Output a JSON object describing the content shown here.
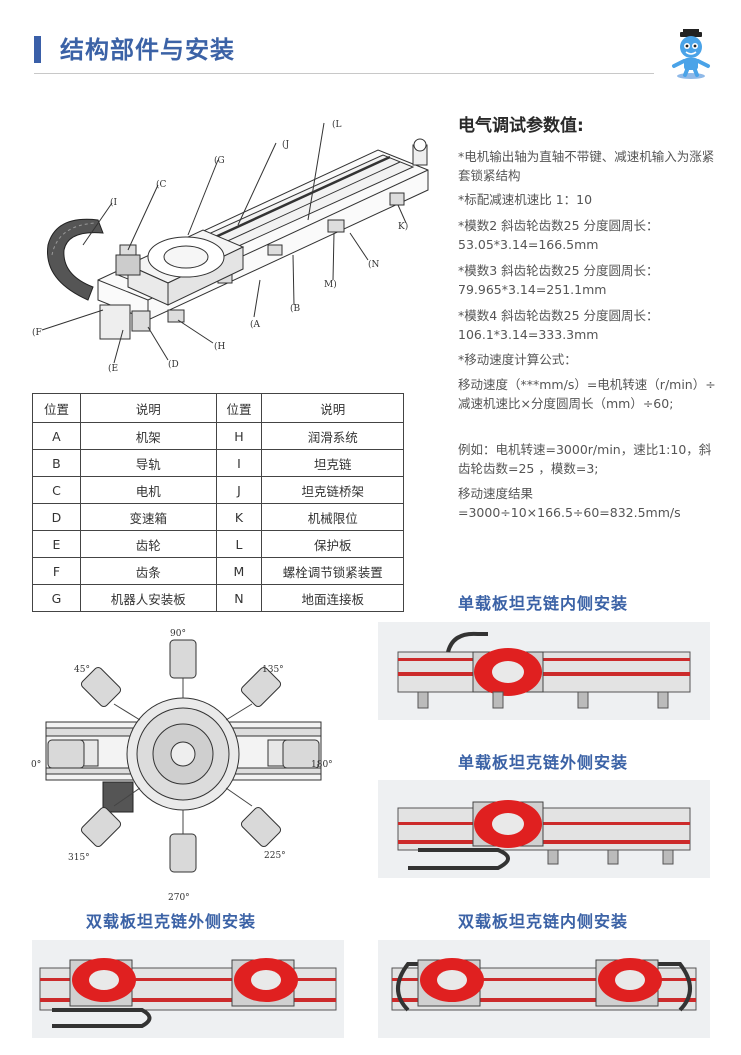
{
  "header": {
    "title": "结构部件与安装",
    "mascot": "robot-mascot-icon"
  },
  "diagram_labels": [
    "(L",
    "(J",
    "(G",
    "(C",
    "(I",
    "(F",
    "(E",
    "(D",
    "(H",
    "(A",
    "(B",
    "M)",
    "(N",
    "K)"
  ],
  "electrical": {
    "title": "电气调试参数值:",
    "lines": [
      "*电机输出轴为直轴不带键、减速机输入为涨紧套锁紧结构",
      "*标配减速机速比 1：10",
      "*模数2  斜齿轮齿数25  分度圆周长：53.05*3.14=166.5mm",
      "*模数3  斜齿轮齿数25  分度圆周长：79.965*3.14=251.1mm",
      "*模数4  斜齿轮齿数25  分度圆周长：106.1*3.14=333.3mm",
      "*移动速度计算公式：",
      "移动速度（***mm/s）=电机转速（r/min）÷减速机速比×分度圆周长（mm）÷60;",
      "例如：电机转速=3000r/min，速比1:10，斜齿轮齿数=25 ，模数=3;",
      "移动速度结果=3000÷10×166.5÷60=832.5mm/s"
    ]
  },
  "parts_table": {
    "headers": [
      "位置",
      "说明",
      "位置",
      "说明"
    ],
    "rows": [
      [
        "A",
        "机架",
        "H",
        "润滑系统"
      ],
      [
        "B",
        "导轨",
        "I",
        "坦克链"
      ],
      [
        "C",
        "电机",
        "J",
        "坦克链桥架"
      ],
      [
        "D",
        "变速箱",
        "K",
        "机械限位"
      ],
      [
        "E",
        "齿轮",
        "L",
        "保护板"
      ],
      [
        "F",
        "齿条",
        "M",
        "螺栓调节锁紧装置"
      ],
      [
        "G",
        "机器人安装板",
        "N",
        "地面连接板"
      ]
    ]
  },
  "angles": [
    "90°",
    "135°",
    "45°",
    "0°",
    "180°",
    "315°",
    "225°",
    "270°"
  ],
  "captions": {
    "single_inner": "单载板坦克链内侧安装",
    "single_outer": "单载板坦克链外侧安装",
    "double_outer": "双载板坦克链外侧安装",
    "double_inner": "双载板坦克链内侧安装"
  },
  "colors": {
    "brand_blue": "#3b62a6",
    "accent_red": "#e02020"
  }
}
